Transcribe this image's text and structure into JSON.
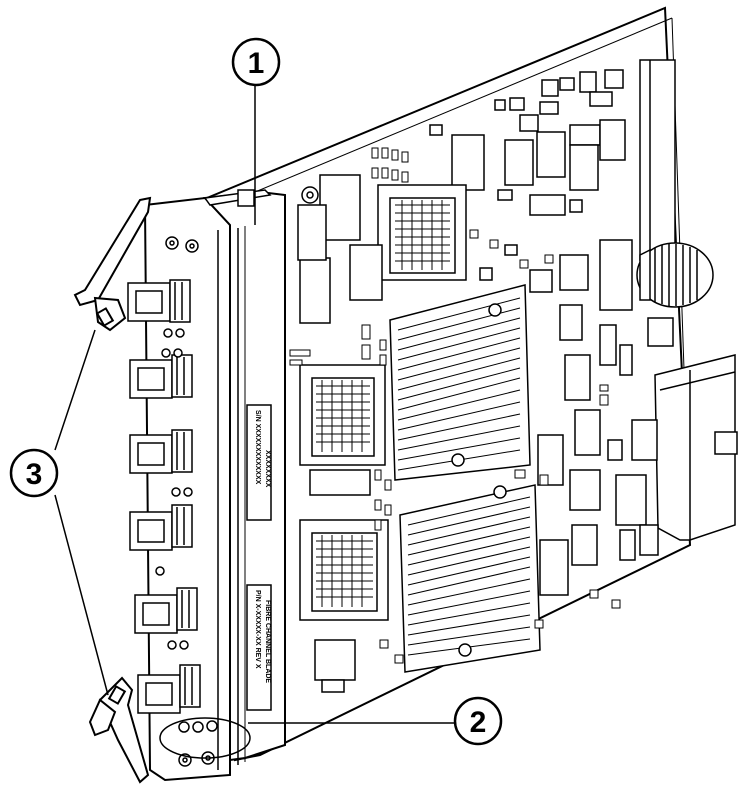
{
  "callouts": [
    {
      "id": "1",
      "label": "1"
    },
    {
      "id": "2",
      "label": "2"
    },
    {
      "id": "3",
      "label": "3"
    }
  ],
  "board_labels": {
    "serial": "S/N XXXXXXXXXXXXX",
    "barcode_caption": "XXXXXXXX",
    "part_number": "P/N X-XXXXX-XX REV X",
    "description": "FIBRE CHANNEL BLADE"
  },
  "colors": {
    "line": "#000000",
    "background": "#ffffff"
  }
}
